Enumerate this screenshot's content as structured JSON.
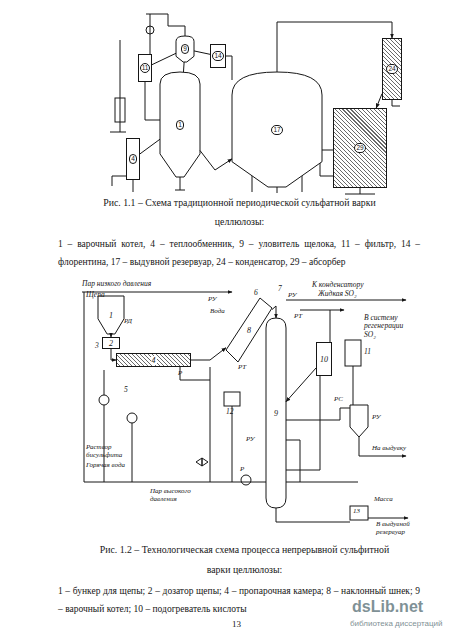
{
  "diagram": {
    "nodes": [
      {
        "text": [
          "1"
        ]
      },
      {
        "text": [
          "4"
        ]
      },
      {
        "text": [
          "9"
        ]
      },
      {
        "text": [
          "11"
        ]
      },
      {
        "text": [
          "14"
        ]
      },
      {
        "text": [
          "17"
        ]
      },
      {
        "text": [
          "24"
        ]
      },
      {
        "text": [
          "29"
        ]
      },
      {
        "text": [
          "1"
        ]
      },
      {
        "text": [
          "2"
        ]
      },
      {
        "text": [
          "4"
        ]
      },
      {
        "text": [
          "8"
        ]
      },
      {
        "text": [
          "9"
        ]
      },
      {
        "text": [
          "10"
        ]
      }
    ],
    "edges": [
      {
        "from": 0,
        "to": 2,
        "arrow": "none"
      },
      {
        "from": 2,
        "to": 3,
        "arrow": "none"
      },
      {
        "from": 1,
        "to": 0,
        "arrow": "none"
      },
      {
        "from": 0,
        "to": 5,
        "arrow": "to"
      },
      {
        "from": 5,
        "to": 6,
        "arrow": "to"
      },
      {
        "from": 6,
        "to": 7,
        "arrow": "to"
      },
      {
        "from": 2,
        "to": 4,
        "arrow": "none"
      },
      {
        "from": 8,
        "to": 9,
        "arrow": "to"
      },
      {
        "from": 9,
        "to": 10,
        "arrow": "to"
      },
      {
        "from": 10,
        "to": 11,
        "arrow": "to"
      },
      {
        "from": 11,
        "to": 12,
        "arrow": "to"
      },
      {
        "from": 13,
        "to": 12,
        "arrow": "to"
      }
    ],
    "labels": [
      "Пар низкого давления",
      "Щепа",
      "РД",
      "3",
      "РУ",
      "Вода",
      "К конденсатору",
      "Жидкая SO₂",
      "РУ",
      "РТ",
      "6",
      "7",
      "В систему регенерации SO₂",
      "11",
      "РТ",
      "5",
      "12",
      "Р",
      "РС",
      "РУ",
      "РУ",
      "На выдувку",
      "Раствор бисульфита",
      "Горячая вода",
      "Р",
      "Пар высокого давления",
      "Масса",
      "13",
      "В выдувной резервуар",
      "Рис. 1.1 – Схема традиционной периодической сульфатной варки целлюлозы:",
      "1 – варочный котел, 4 – теплообменник, 9 – уловитель щелока, 11 – фильтр, 14 – флорентина, 17 – выдувной резервуар, 24 – конденсатор, 29 – абсорбер",
      "Рис. 1.2 – Технологическая схема процесса непрерывной сульфитной варки целлюлозы:",
      "1 – бункер для щепы; 2 – дозатор щепы; 4 – пропарочная камера; 8 – наклонный шнек; 9 – варочный котел; 10 – подогреватель кислоты",
      "13",
      "dsLib.net",
      "библиотека диссертаций"
    ]
  }
}
